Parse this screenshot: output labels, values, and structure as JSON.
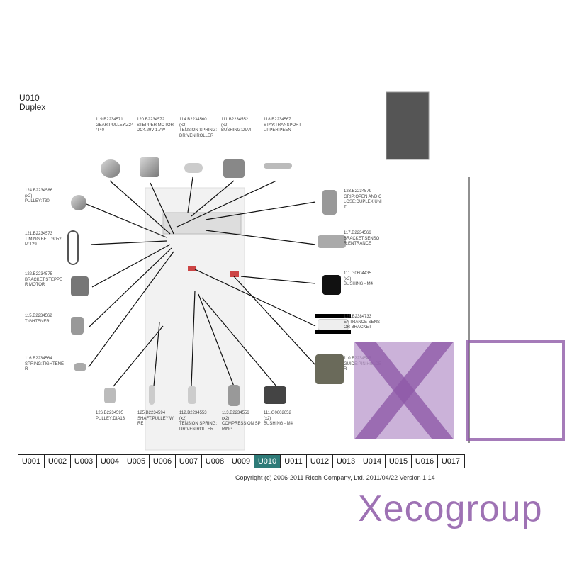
{
  "header": {
    "code": "U010",
    "name": "Duplex"
  },
  "parts_top": [
    {
      "text": "119.B2234571\nGEAR:PULLEY:Z24\n/T40"
    },
    {
      "text": "120.B2234572\nSTEPPER MOTOR:\nDC4.29V 1.7W"
    },
    {
      "text": "114.B2234560\n(x2)\nTENSION SPRING:\nDRIVEN ROLLER"
    },
    {
      "text": "111.B2234552\n(x2)\nBUSHING:DIA4"
    },
    {
      "text": "118.B2234567\nSTAY:TRANSPORT\nUPPER:PEEN"
    }
  ],
  "parts_left": [
    {
      "text": "124.B2234586\n(x2)\nPULLEY:T30"
    },
    {
      "text": "121.B2234573\nTIMING BELT:3052\nM:129"
    },
    {
      "text": "122.B2234575\nBRACKET:STEPPE\nR MOTOR"
    },
    {
      "text": "115.B2234562\nTIGHTENER"
    },
    {
      "text": "116.B2234564\nSPRING:TIGHTENE\nR"
    }
  ],
  "parts_right": [
    {
      "text": "123.B2234579\nGRIP:OPEN AND C\nLOSE:DUPLEX UNI\nT"
    },
    {
      "text": "117.B2234566\nBRACKET:SENSO\nR:ENTRANCE"
    },
    {
      "text": "111.G0604435\n(x2)\nBUSHING - M4"
    },
    {
      "text": "127.B2384733\nENTRANCE SENS\nOR BRACKET"
    },
    {
      "text": "110.B2234545\nGUIDE:PIN HOLDE\nR"
    }
  ],
  "parts_bottom": [
    {
      "text": "126.B2234595\nPULLEY:DIA13"
    },
    {
      "text": "125.B2234594\nSHAFT:PULLEY:WI\nRE"
    },
    {
      "text": "112.B2234553\n(x2)\nTENSION SPRING:\nDRIVEN ROLLER"
    },
    {
      "text": "113.B2234556\n(x2)\nCOMPRESSION SP\nRING"
    },
    {
      "text": "111.G0602652\n(x2)\nBUSHING - M4"
    }
  ],
  "tabs": [
    "U001",
    "U002",
    "U003",
    "U004",
    "U005",
    "U006",
    "U007",
    "U008",
    "U009",
    "U010",
    "U011",
    "U012",
    "U013",
    "U014",
    "U015",
    "U016",
    "U017"
  ],
  "active_tab": "U010",
  "footer": {
    "copyright": "Copyright (c) 2006-2011 Ricoh Company, Ltd.    2011/04/22 Version 1.14"
  },
  "watermark": {
    "text": "Xecogroup",
    "color": "#8e5aa8"
  }
}
